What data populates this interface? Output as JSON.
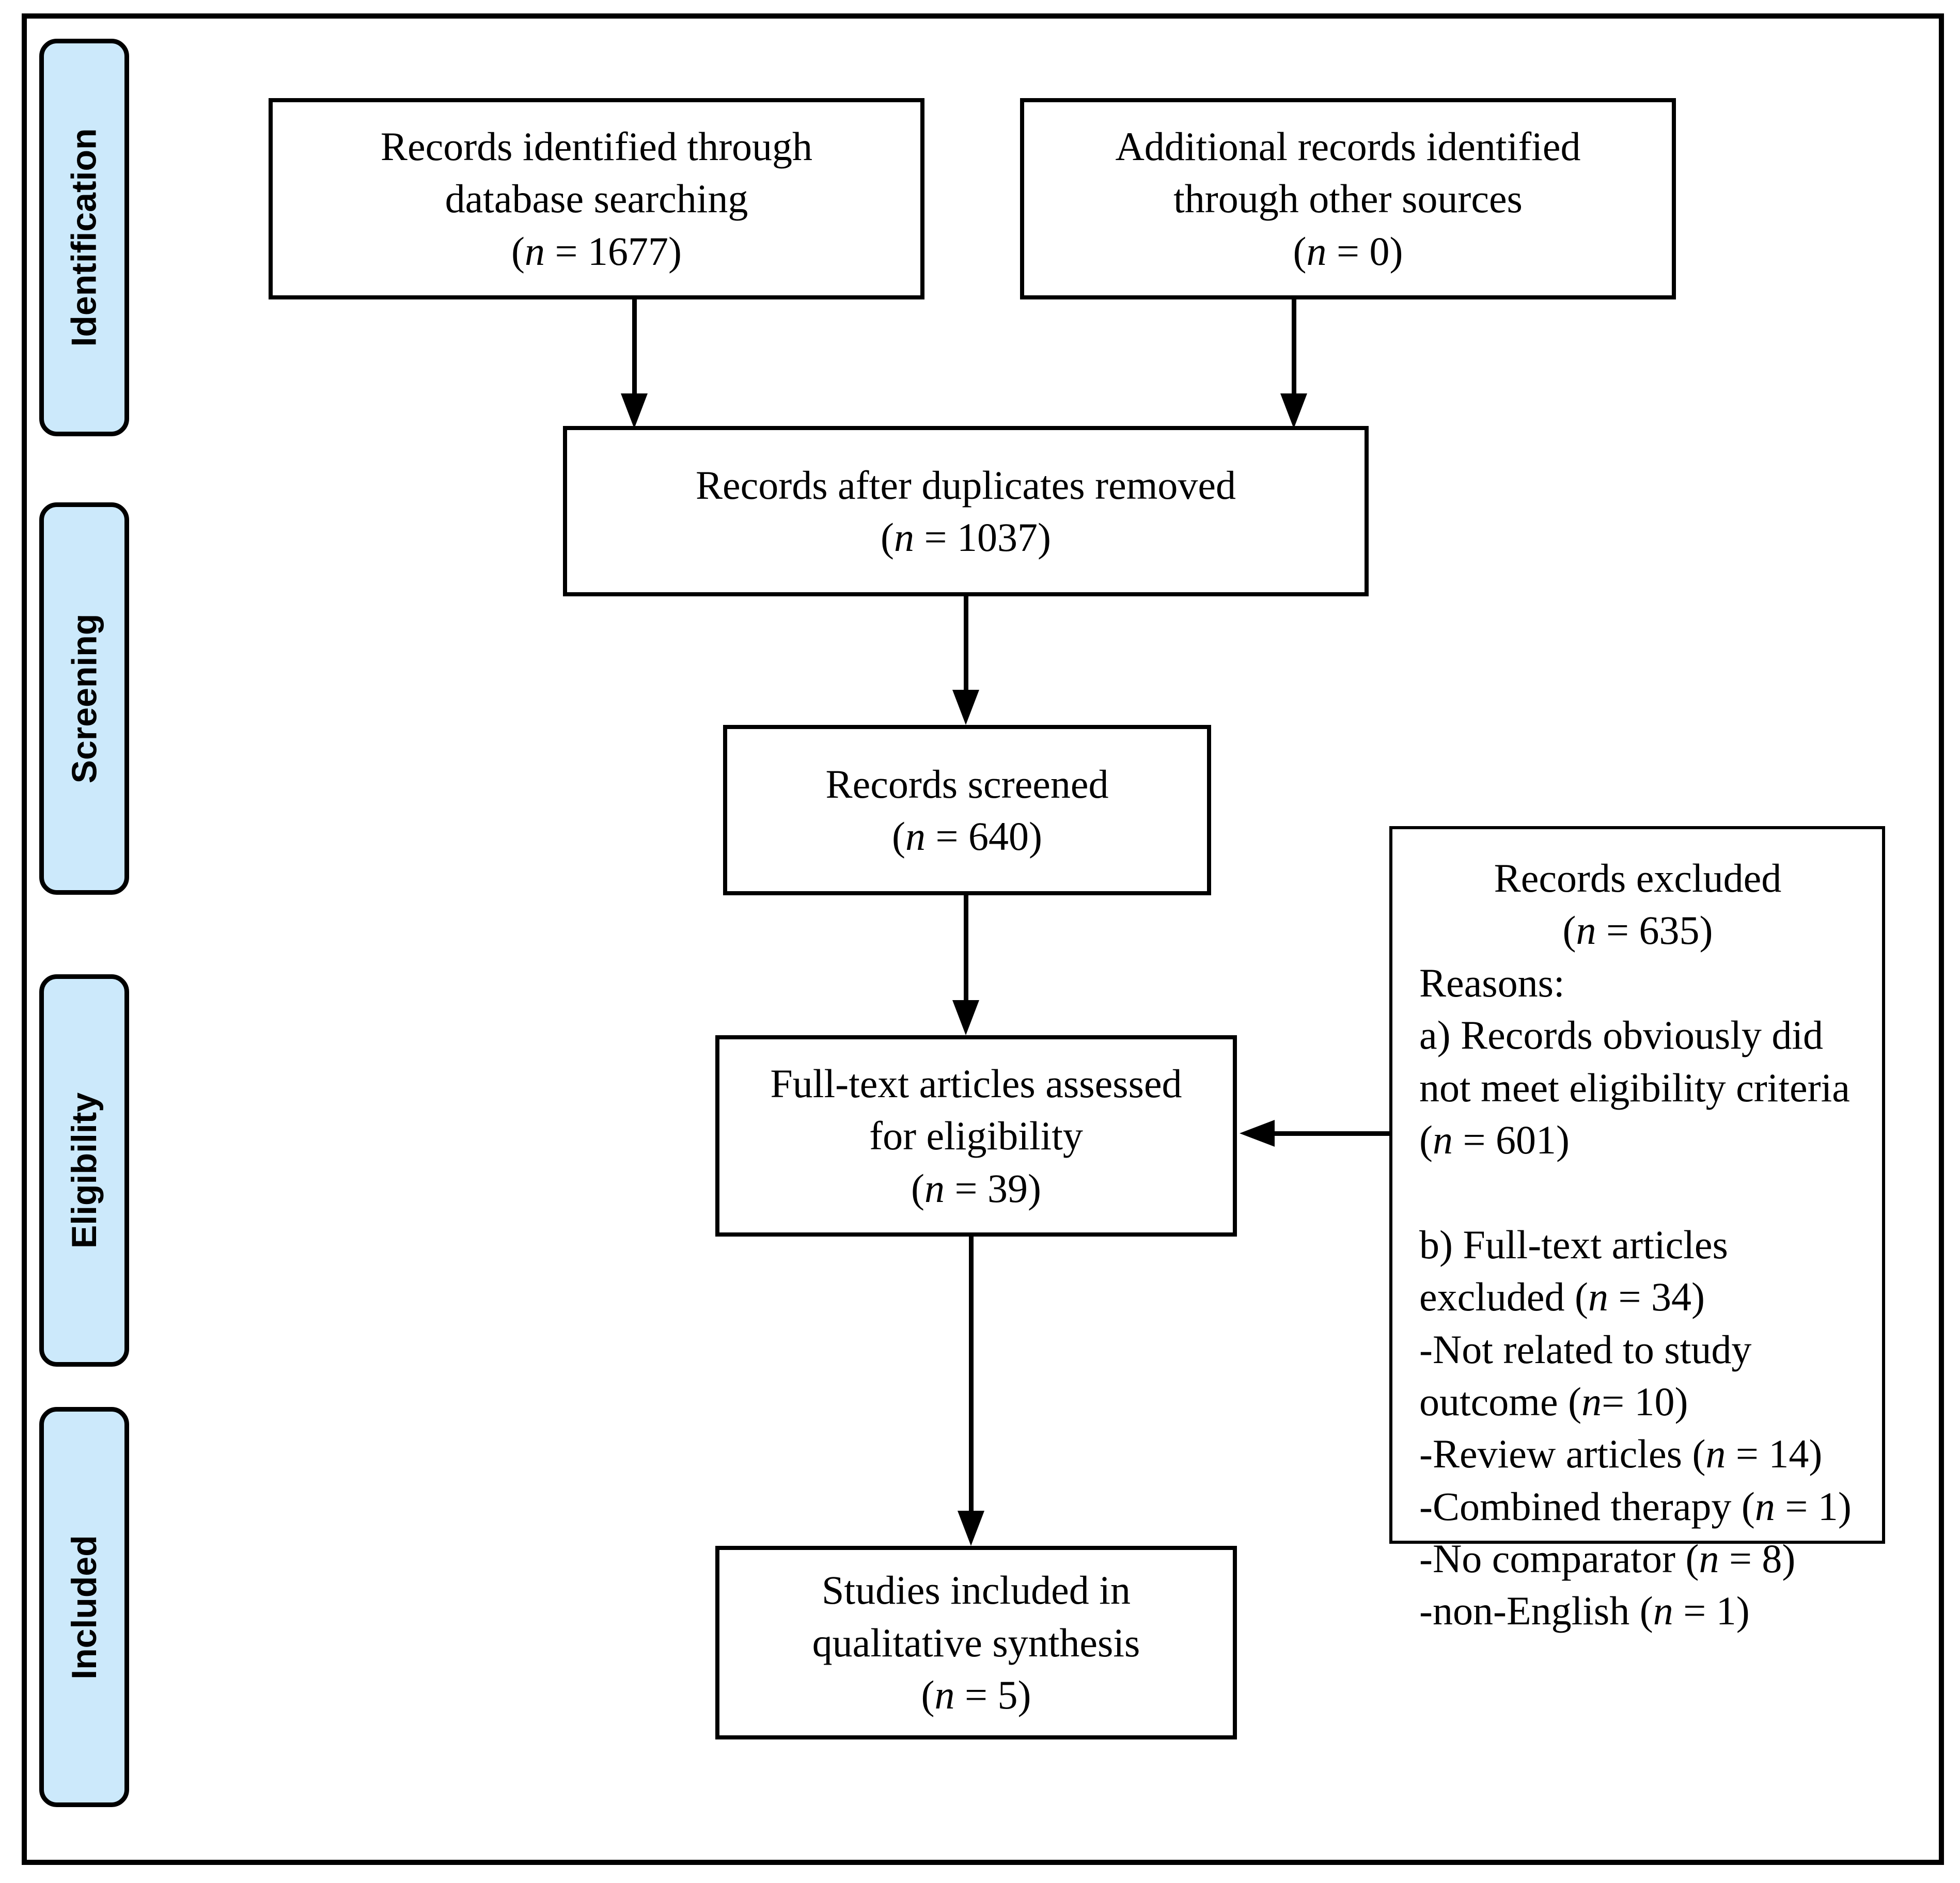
{
  "stages": [
    {
      "label": "Identification"
    },
    {
      "label": "Screening"
    },
    {
      "label": "Eligibility"
    },
    {
      "label": "Included"
    }
  ],
  "boxes": {
    "identified": {
      "text": "Records identified through database searching",
      "count": "(n = 1677)"
    },
    "additional": {
      "text": "Additional records identified through other sources",
      "count": "(n = 0)"
    },
    "deduplicated": {
      "text": "Records after duplicates removed",
      "count": "(n = 1037)"
    },
    "screened": {
      "text": "Records screened",
      "count": "(n = 640)"
    },
    "fulltext": {
      "text": "Full-text articles assessed for eligibility",
      "count": "(n = 39)"
    },
    "included": {
      "text": "Studies included in qualitative synthesis",
      "count": "(n = 5)"
    }
  },
  "excluded_box": {
    "title": "Records excluded",
    "count": "(n = 635)",
    "lines": [
      "Reasons:",
      "a) Records obviously did not meet eligibility criteria (n = 601)",
      "",
      "b) Full-text articles excluded (n = 34)",
      "-Not related to study outcome (n= 10)",
      "-Review articles (n = 14)",
      "-Combined therapy (n = 1)",
      "-No comparator (n = 8)",
      "-non-English (n = 1)"
    ]
  },
  "colors": {
    "stage_fill": "#cce9fb",
    "box_border": "#000000",
    "background": "#ffffff",
    "text": "#000000"
  }
}
